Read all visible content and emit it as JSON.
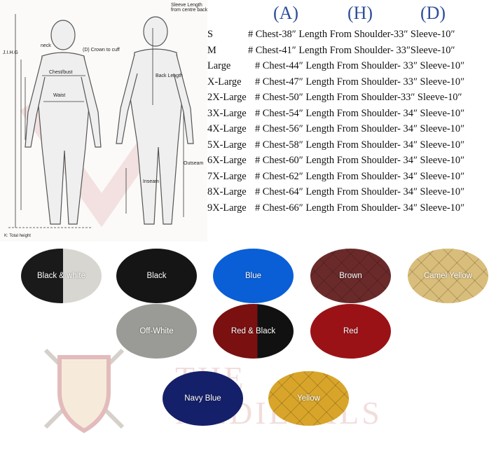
{
  "headers": {
    "a": "(A)",
    "h": "(H)",
    "d": "(D)"
  },
  "size_chart": [
    {
      "size": "S",
      "text": "# Chest-38″ Length From Shoulder-33″ Sleeve-10″"
    },
    {
      "size": "M",
      "text": "# Chest-41″ Length From Shoulder- 33″Sleeve-10″"
    },
    {
      "size": "Large",
      "text": "# Chest-44″ Length From Shoulder- 33″ Sleeve-10″"
    },
    {
      "size": "X-Large",
      "text": "# Chest-47″ Length From Shoulder- 33″ Sleeve-10″"
    },
    {
      "size": "2X-Large",
      "text": "# Chest-50″ Length From Shoulder-33″ Sleeve-10″"
    },
    {
      "size": "3X-Large",
      "text": "# Chest-54″ Length From Shoulder- 34″ Sleeve-10″"
    },
    {
      "size": "4X-Large",
      "text": "# Chest-56″ Length From Shoulder- 34″ Sleeve-10″"
    },
    {
      "size": "5X-Large",
      "text": "# Chest-58″ Length From Shoulder- 34″ Sleeve-10″"
    },
    {
      "size": "6X-Large",
      "text": "# Chest-60″ Length From Shoulder- 34″ Sleeve-10″"
    },
    {
      "size": "7X-Large",
      "text": "# Chest-62″ Length From Shoulder- 34″ Sleeve-10″"
    },
    {
      "size": "8X-Large",
      "text": "# Chest-64″ Length From Shoulder- 34″ Sleeve-10″"
    },
    {
      "size": "9X-Large",
      "text": "# Chest-66″ Length From Shoulder- 34″ Sleeve-10″"
    }
  ],
  "diagram_labels": {
    "neck": "neck",
    "crown": "(D) Crown to cuff",
    "sleeve": "Sleeve Length from centre back",
    "chest": "Chest/bust",
    "waist": "Waist",
    "back": "Back Length",
    "inseam": "Inseam",
    "outseam": "Outseam",
    "total": "K: Total height",
    "j": "J.I.H.G"
  },
  "colors": [
    {
      "name": "Black & white",
      "fill": "#2a2a2a"
    },
    {
      "name": "Black",
      "fill": "#151515"
    },
    {
      "name": "Blue",
      "fill": "#0a5fd6"
    },
    {
      "name": "Brown",
      "fill": "#6b2a2a"
    },
    {
      "name": "Camel Yellow",
      "fill": "#d9bd7a"
    },
    {
      "name": "Off-White",
      "fill": "#9a9a96"
    },
    {
      "name": "Red & Black",
      "fill": "#7a1010"
    },
    {
      "name": "Red",
      "fill": "#9b1216"
    },
    {
      "name": "Navy Blue",
      "fill": "#15206a"
    },
    {
      "name": "Yellow",
      "fill": "#d8a52a"
    }
  ],
  "watermark": "THE MEDIEVALS"
}
